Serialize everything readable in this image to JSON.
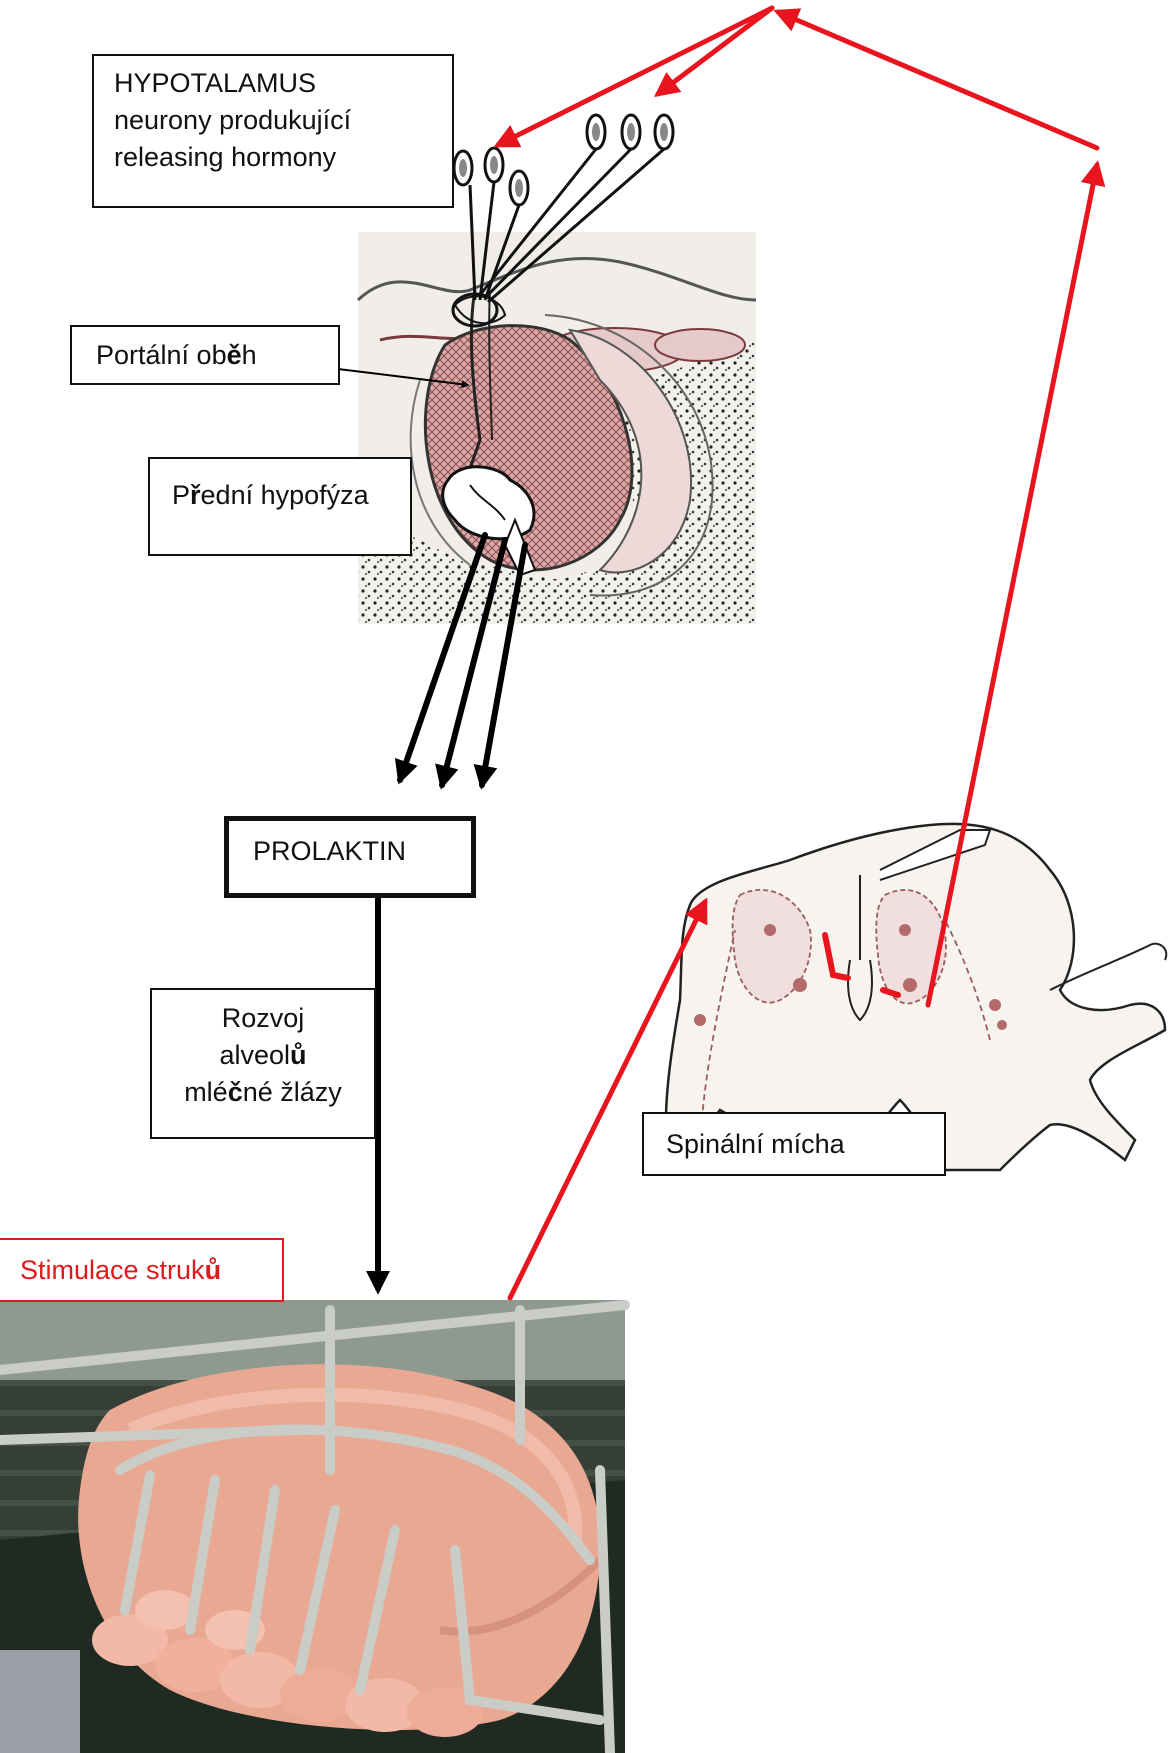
{
  "labels": {
    "hypothalamus": {
      "title": "HYPOTALAMUS",
      "line2": "neurony produkující",
      "line3": "releasing hormony"
    },
    "portal": {
      "text_a": "Portální ob",
      "text_b": "ě",
      "text_c": "h"
    },
    "anterior_pituitary": {
      "text_a": "P",
      "text_b": "ř",
      "text_c": "ední hypofýza"
    },
    "prolactin": {
      "text": "PROLAKTIN"
    },
    "development": {
      "line1": "Rozvoj",
      "line2_a": "alveol",
      "line2_b": "ů",
      "line3_a": "mlé",
      "line3_b": "č",
      "line3_c": "né žlázy"
    },
    "spinal_cord": {
      "text": "Spinální mícha"
    },
    "teat_stimulation": {
      "text_a": "Stimulace struk",
      "text_b": "ů"
    }
  },
  "colors": {
    "feedback_arrow": "#e8141e",
    "hormone_arrow": "#000000",
    "tissue": "#b56a6a",
    "tissue_light": "#e9c8c8"
  },
  "icons": {
    "pituitary": "pituitary-illustration",
    "spinal_cord": "spinal-cord-illustration",
    "sow": "sow-with-piglets-photo"
  }
}
